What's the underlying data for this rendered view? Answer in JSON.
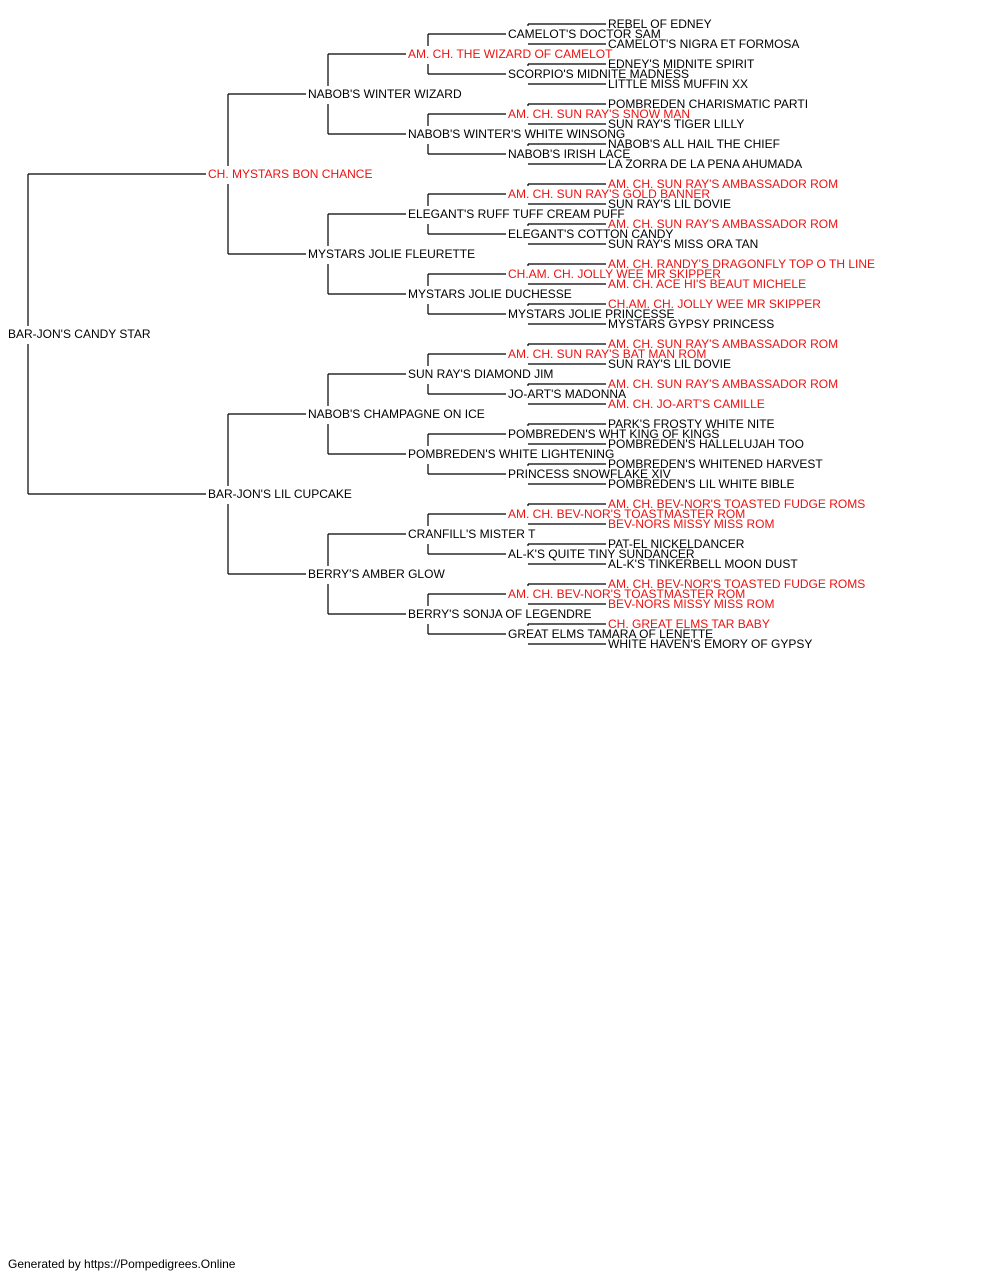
{
  "pedigree": {
    "subject": {
      "name": "BAR-JON'S CANDY STAR",
      "champion": false
    },
    "generations": [
      [
        {
          "name": "CH. MYSTARS BON CHANCE",
          "champion": true
        },
        {
          "name": "BAR-JON'S LIL CUPCAKE",
          "champion": false
        }
      ],
      [
        {
          "name": "NABOB'S WINTER WIZARD",
          "champion": false
        },
        {
          "name": "MYSTARS JOLIE FLEURETTE",
          "champion": false
        },
        {
          "name": "NABOB'S CHAMPAGNE ON ICE",
          "champion": false
        },
        {
          "name": "BERRY'S AMBER GLOW",
          "champion": false
        }
      ],
      [
        {
          "name": "AM. CH. THE WIZARD OF CAMELOT",
          "champion": true
        },
        {
          "name": "NABOB'S WINTER'S WHITE WINSONG",
          "champion": false
        },
        {
          "name": "ELEGANT'S RUFF TUFF CREAM PUFF",
          "champion": false
        },
        {
          "name": "MYSTARS JOLIE DUCHESSE",
          "champion": false
        },
        {
          "name": "SUN RAY'S DIAMOND JIM",
          "champion": false
        },
        {
          "name": "POMBREDEN'S WHITE LIGHTENING",
          "champion": false
        },
        {
          "name": "CRANFILL'S MISTER T",
          "champion": false
        },
        {
          "name": "BERRY'S SONJA OF LEGENDRE",
          "champion": false
        }
      ],
      [
        {
          "name": "CAMELOT'S DOCTOR SAM",
          "champion": false
        },
        {
          "name": "SCORPIO'S MIDNITE MADNESS",
          "champion": false
        },
        {
          "name": "AM. CH. SUN RAY'S SNOW MAN",
          "champion": true
        },
        {
          "name": "NABOB'S IRISH LACE",
          "champion": false
        },
        {
          "name": "AM. CH. SUN RAY'S GOLD BANNER",
          "champion": true
        },
        {
          "name": "ELEGANT'S COTTON CANDY",
          "champion": false
        },
        {
          "name": "CH.AM. CH. JOLLY WEE MR SKIPPER",
          "champion": true
        },
        {
          "name": "MYSTARS JOLIE PRINCESSE",
          "champion": false
        },
        {
          "name": "AM. CH. SUN RAY'S BAT MAN ROM",
          "champion": true
        },
        {
          "name": "JO-ART'S MADONNA",
          "champion": false
        },
        {
          "name": "POMBREDEN'S WHT KING OF KINGS",
          "champion": false
        },
        {
          "name": "PRINCESS SNOWFLAKE XIV",
          "champion": false
        },
        {
          "name": "AM. CH. BEV-NOR'S TOASTMASTER ROM",
          "champion": true
        },
        {
          "name": "AL-K'S QUITE TINY SUNDANCER",
          "champion": false
        },
        {
          "name": "AM. CH. BEV-NOR'S TOASTMASTER ROM",
          "champion": true
        },
        {
          "name": "GREAT ELMS TAMARA OF LENETTE",
          "champion": false
        }
      ],
      [
        {
          "name": "REBEL OF EDNEY",
          "champion": false
        },
        {
          "name": "CAMELOT'S NIGRA ET FORMOSA",
          "champion": false
        },
        {
          "name": "EDNEY'S MIDNITE SPIRIT",
          "champion": false
        },
        {
          "name": "LITTLE MISS MUFFIN XX",
          "champion": false
        },
        {
          "name": "POMBREDEN CHARISMATIC PARTI",
          "champion": false
        },
        {
          "name": "SUN RAY'S TIGER LILLY",
          "champion": false
        },
        {
          "name": "NABOB'S ALL HAIL THE CHIEF",
          "champion": false
        },
        {
          "name": "LA ZORRA DE LA PENA AHUMADA",
          "champion": false
        },
        {
          "name": "AM. CH. SUN RAY'S AMBASSADOR ROM",
          "champion": true
        },
        {
          "name": "SUN RAY'S LIL DOVIE",
          "champion": false
        },
        {
          "name": "AM. CH. SUN RAY'S AMBASSADOR ROM",
          "champion": true
        },
        {
          "name": "SUN RAY'S MISS ORA TAN",
          "champion": false
        },
        {
          "name": "AM. CH. RANDY'S DRAGONFLY TOP O TH LINE",
          "champion": true
        },
        {
          "name": "AM. CH. ACE HI'S BEAUT MICHELE",
          "champion": true
        },
        {
          "name": "CH.AM. CH. JOLLY WEE MR SKIPPER",
          "champion": true
        },
        {
          "name": "MYSTARS GYPSY PRINCESS",
          "champion": false
        },
        {
          "name": "AM. CH. SUN RAY'S AMBASSADOR ROM",
          "champion": true
        },
        {
          "name": "SUN RAY'S LIL DOVIE",
          "champion": false
        },
        {
          "name": "AM. CH. SUN RAY'S AMBASSADOR ROM",
          "champion": true
        },
        {
          "name": "AM. CH. JO-ART'S CAMILLE",
          "champion": true
        },
        {
          "name": "PARK'S FROSTY WHITE NITE",
          "champion": false
        },
        {
          "name": "POMBREDEN'S HALLELUJAH TOO",
          "champion": false
        },
        {
          "name": "POMBREDEN'S WHITENED HARVEST",
          "champion": false
        },
        {
          "name": "POMBREDEN'S LIL WHITE BIBLE",
          "champion": false
        },
        {
          "name": "AM. CH. BEV-NOR'S TOASTED FUDGE ROMS",
          "champion": true
        },
        {
          "name": "BEV-NORS MISSY MISS ROM",
          "champion": true
        },
        {
          "name": "PAT-EL NICKELDANCER",
          "champion": false
        },
        {
          "name": "AL-K'S TINKERBELL MOON DUST",
          "champion": false
        },
        {
          "name": "AM. CH. BEV-NOR'S TOASTED FUDGE ROMS",
          "champion": true
        },
        {
          "name": "BEV-NORS MISSY MISS ROM",
          "champion": true
        },
        {
          "name": "CH. GREAT ELMS TAR BABY",
          "champion": true
        },
        {
          "name": "WHITE HAVEN'S EMORY OF GYPSY",
          "champion": false
        }
      ]
    ]
  },
  "colors": {
    "champion": "#ee1111",
    "normal": "#000000",
    "line": "#000000"
  },
  "footer": "Generated by https://Pompedigrees.Online"
}
